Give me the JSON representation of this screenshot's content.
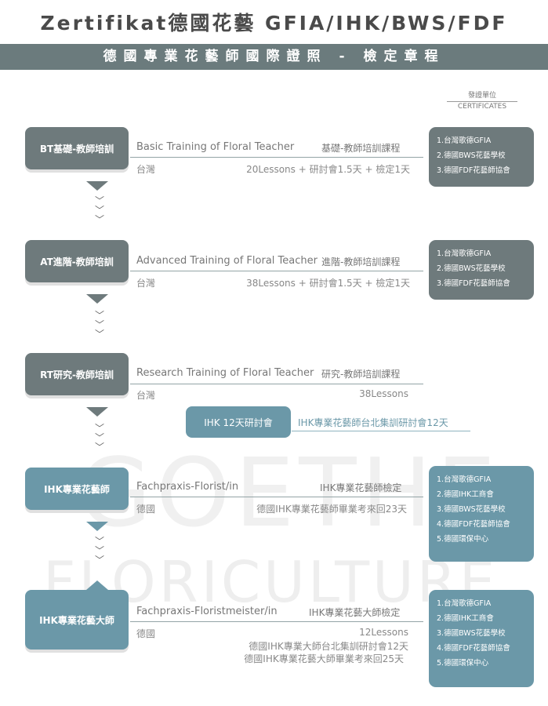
{
  "header": {
    "title": "Zertifikat德國花藝 GFIA/IHK/BWS/FDF",
    "banner": "德國專業花藝師國際證照 - 檢定章程"
  },
  "watermark": {
    "line1": "GOETHE",
    "line2": "FLORICULTURE"
  },
  "cert_header": {
    "zh": "發證單位",
    "en": "CERTIFICATES"
  },
  "sections": [
    {
      "stage": "BT基礎-教師培訓",
      "en": "Basic Training of Floral Teacher",
      "zh": "基礎-教師培訓課程",
      "location": "台灣",
      "detail": "20Lessons + 研討會1.5天 + 檢定1天",
      "certs": [
        "1.台灣歌德GFIA",
        "2.德國BWS花藝學校",
        "3.德國FDF花藝師協會"
      ]
    },
    {
      "stage": "AT進階-教師培訓",
      "en": "Advanced Training of Floral Teacher",
      "zh": "進階-教師培訓課程",
      "location": "台灣",
      "detail": "38Lessons + 研討會1.5天 + 檢定1天",
      "certs": [
        "1.台灣歌德GFIA",
        "2.德國BWS花藝學校",
        "3.德國FDF花藝師協會"
      ]
    },
    {
      "stage": "RT研究-教師培訓",
      "en": "Research Training of Floral Teacher",
      "zh": "研究-教師培訓課程",
      "location": "台灣",
      "detail": "38Lessons",
      "seminar": "IHK 12天研討會",
      "seminar_note": "IHK專業花藝師台北集訓研討會12天"
    },
    {
      "stage": "IHK專業花藝師",
      "en": "Fachpraxis-Florist/in",
      "zh": "IHK專業花藝師檢定",
      "location": "德國",
      "detail": "德國IHK專業花藝師畢業考來回23天",
      "certs": [
        "1.台灣歌德GFIA",
        "2.德國IHK工商會",
        "3.德國BWS花藝學校",
        "4.德國FDF花藝師協會",
        "5.德國環保中心"
      ]
    },
    {
      "stage": "IHK專業花藝大師",
      "en": "Fachpraxis-Floristmeister/in",
      "zh": "IHK專業花藝大師檢定",
      "location": "德國",
      "detail": "12Lessons",
      "detail2": "德國IHK專業大師台北集訓研討會12天",
      "detail3": "德國IHK專業花藝大師畢業考來回25天",
      "certs": [
        "1.台灣歌德GFIA",
        "2.德國IHK工商會",
        "3.德國BWS花藝學校",
        "4.德國FDF花藝師協會",
        "5.德國環保中心"
      ]
    }
  ],
  "colors": {
    "gray": "#6e7a7c",
    "teal": "#6b98a8",
    "banner": "#6b7b7d"
  }
}
